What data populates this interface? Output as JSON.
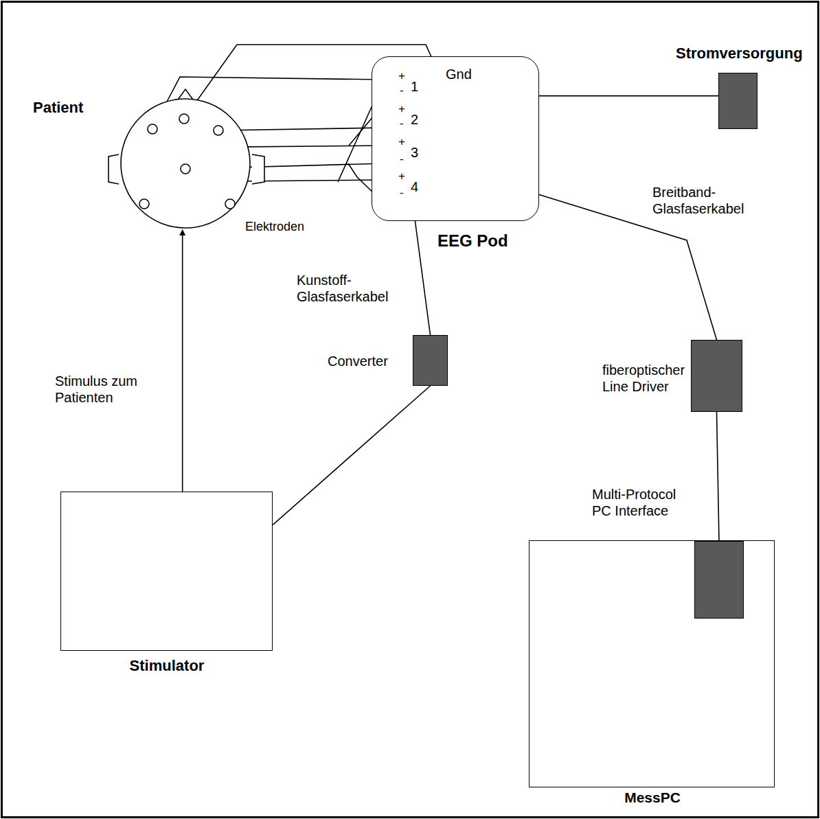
{
  "diagram": {
    "nodes": [
      {
        "text": [
          "Patient",
          "Elektroden"
        ]
      },
      {
        "text": [
          "EEG Pod"
        ]
      },
      {
        "text": [
          "Stromversorgung"
        ]
      },
      {
        "text": [
          "Converter"
        ]
      },
      {
        "text": [
          "fiberoptischer Line Driver"
        ]
      },
      {
        "text": [
          "Stimulator"
        ]
      },
      {
        "text": [
          "MessPC"
        ]
      },
      {
        "text": [
          "Multi-Protocol PC Interface"
        ],
        "in": 6
      }
    ],
    "edges": [
      {
        "from": 1,
        "to": 2,
        "arrow": "none"
      },
      {
        "from": 1,
        "to": 3,
        "label": "Kunstoff- Glasfaserkabel",
        "arrow": "none"
      },
      {
        "from": 1,
        "to": 4,
        "label": "Breitband- Glasfaserkabel",
        "arrow": "none"
      },
      {
        "from": 3,
        "to": 5,
        "arrow": "none"
      },
      {
        "from": 4,
        "to": 7,
        "arrow": "none"
      },
      {
        "from": 5,
        "to": 0,
        "label": "Stimulus zum Patienten",
        "arrow": "to"
      }
    ],
    "labels": [
      "Gnd",
      "+",
      "1",
      "-",
      "+",
      "2",
      "-",
      "+",
      "3",
      "-",
      "+",
      "4",
      "-"
    ]
  }
}
